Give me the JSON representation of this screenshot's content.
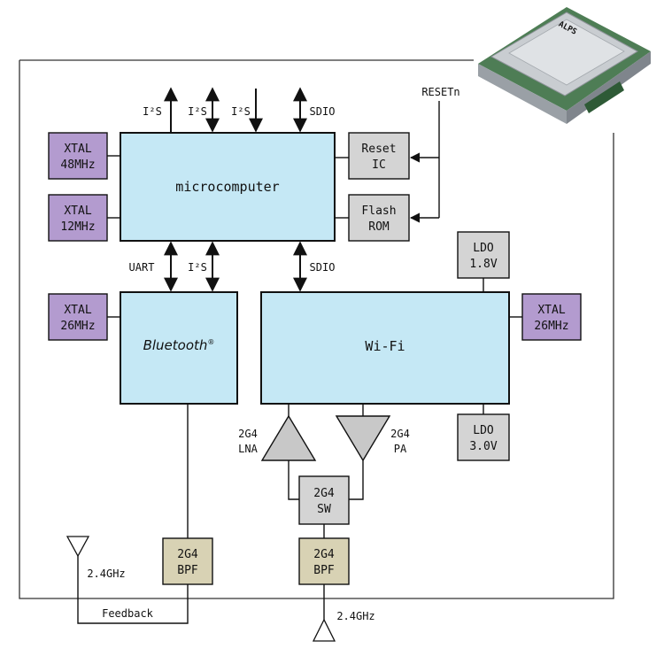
{
  "blocks": {
    "microcomputer": "microcomputer",
    "bluetooth": "Bluetooth",
    "bluetooth_reg": "®",
    "wifi": "Wi-Fi",
    "reset_ic": [
      "Reset",
      "IC"
    ],
    "flash_rom": [
      "Flash",
      "ROM"
    ],
    "ldo_top": [
      "LDO",
      "1.8V"
    ],
    "ldo_bottom": [
      "LDO",
      "3.0V"
    ],
    "xtal_48": [
      "XTAL",
      "48MHz"
    ],
    "xtal_12": [
      "XTAL",
      "12MHz"
    ],
    "xtal_26_left": [
      "XTAL",
      "26MHz"
    ],
    "xtal_26_right": [
      "XTAL",
      "26MHz"
    ],
    "sw": [
      "2G4",
      "SW"
    ],
    "bpf_left": [
      "2G4",
      "BPF"
    ],
    "bpf_right": [
      "2G4",
      "BPF"
    ],
    "lna": [
      "2G4",
      "LNA"
    ],
    "pa": [
      "2G4",
      "PA"
    ]
  },
  "signals": {
    "i2s": "I²S",
    "sdio": "SDIO",
    "uart": "UART",
    "resetn": "RESETn",
    "freq_left": "2.4GHz",
    "freq_bottom": "2.4GHz",
    "feedback": "Feedback"
  },
  "module_photo": {
    "brand": "ALPS"
  },
  "colors": {
    "chip_fill": "#c5e8f5",
    "xtal_fill": "#b39bcf",
    "gray_fill": "#d4d4d4",
    "bpf_fill": "#d8d2b4",
    "triangle_fill": "#c8c8c8"
  }
}
